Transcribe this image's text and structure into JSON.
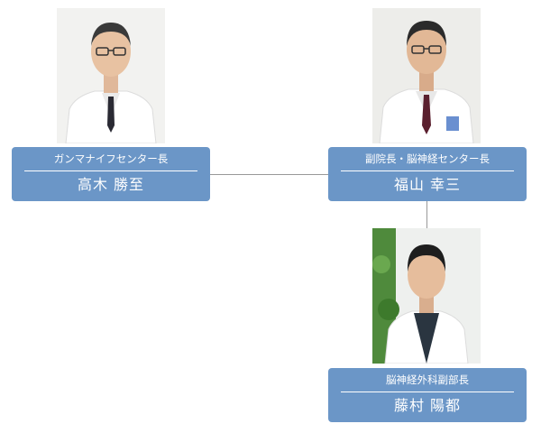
{
  "members": [
    {
      "role": "ガンマナイフセンター長",
      "name": "高木 勝至",
      "photo_icon": "portrait-photo"
    },
    {
      "role": "副院長・脳神経センター長",
      "name": "福山 幸三",
      "photo_icon": "portrait-photo"
    },
    {
      "role": "脳神経外科副部長",
      "name": "藤村 陽都",
      "photo_icon": "portrait-photo"
    }
  ],
  "colors": {
    "card": "#6b96c7",
    "card_text": "#ffffff",
    "connector": "#999999"
  }
}
